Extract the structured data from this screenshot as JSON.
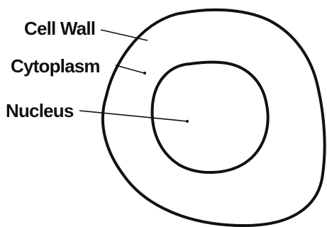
{
  "diagram": {
    "labels": {
      "cell_wall": "Cell Wall",
      "cytoplasm": "Cytoplasm",
      "nucleus": "Nucleus"
    }
  }
}
